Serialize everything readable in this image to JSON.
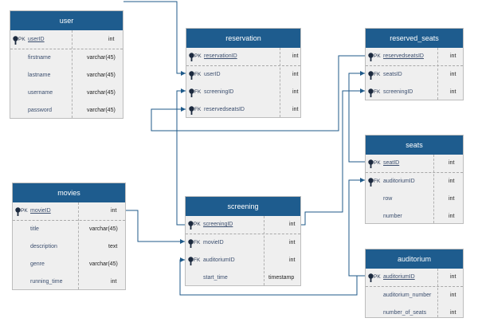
{
  "diagram": {
    "tables": {
      "user": {
        "title": "user",
        "rows": [
          {
            "key": "PK",
            "name": "userID",
            "type": "int"
          },
          {
            "key": "",
            "name": "firstname",
            "type": "varchar(45)"
          },
          {
            "key": "",
            "name": "lastname",
            "type": "varchar(45)"
          },
          {
            "key": "",
            "name": "username",
            "type": "varchar(45)"
          },
          {
            "key": "",
            "name": "password",
            "type": "varchar(45)"
          }
        ]
      },
      "reservation": {
        "title": "reservation",
        "rows": [
          {
            "key": "PK",
            "name": "reservationID",
            "type": "int"
          },
          {
            "key": "FK",
            "name": "userID",
            "type": "int"
          },
          {
            "key": "FK",
            "name": "screeningID",
            "type": "int"
          },
          {
            "key": "FK",
            "name": "reservedseatsID",
            "type": "int"
          }
        ]
      },
      "reserved_seats": {
        "title": "reserved_seats",
        "rows": [
          {
            "key": "PK",
            "name": "reservedseatsID",
            "type": "int"
          },
          {
            "key": "FK",
            "name": "seatsID",
            "type": "int"
          },
          {
            "key": "FK",
            "name": "screeningID",
            "type": "int"
          }
        ]
      },
      "seats": {
        "title": "seats",
        "rows": [
          {
            "key": "PK",
            "name": "seatID",
            "type": "int"
          },
          {
            "key": "FK",
            "name": "auditoriumID",
            "type": "int"
          },
          {
            "key": "",
            "name": "row",
            "type": "int"
          },
          {
            "key": "",
            "name": "number",
            "type": "int"
          }
        ]
      },
      "movies": {
        "title": "movies",
        "rows": [
          {
            "key": "PK",
            "name": "movieID",
            "type": "int"
          },
          {
            "key": "",
            "name": "title",
            "type": "varchar(45)"
          },
          {
            "key": "",
            "name": "description",
            "type": "text"
          },
          {
            "key": "",
            "name": "genre",
            "type": "varchar(45)"
          },
          {
            "key": "",
            "name": "running_time",
            "type": "int"
          }
        ]
      },
      "screening": {
        "title": "screening",
        "rows": [
          {
            "key": "PK",
            "name": "screeningID",
            "type": "int"
          },
          {
            "key": "FK",
            "name": "movieID",
            "type": "int"
          },
          {
            "key": "FK",
            "name": "auditoriumID",
            "type": "int"
          },
          {
            "key": "",
            "name": "start_time",
            "type": "timestamp"
          }
        ]
      },
      "auditorium": {
        "title": "auditorium",
        "rows": [
          {
            "key": "PK",
            "name": "auditoriumID",
            "type": "int"
          },
          {
            "key": "",
            "name": "auditorium_number",
            "type": "int"
          },
          {
            "key": "",
            "name": "number_of_seats",
            "type": "int"
          }
        ]
      }
    },
    "colors": {
      "header": "#1e5c8e",
      "connector": "#1f5a8a",
      "body": "#efefef"
    }
  }
}
